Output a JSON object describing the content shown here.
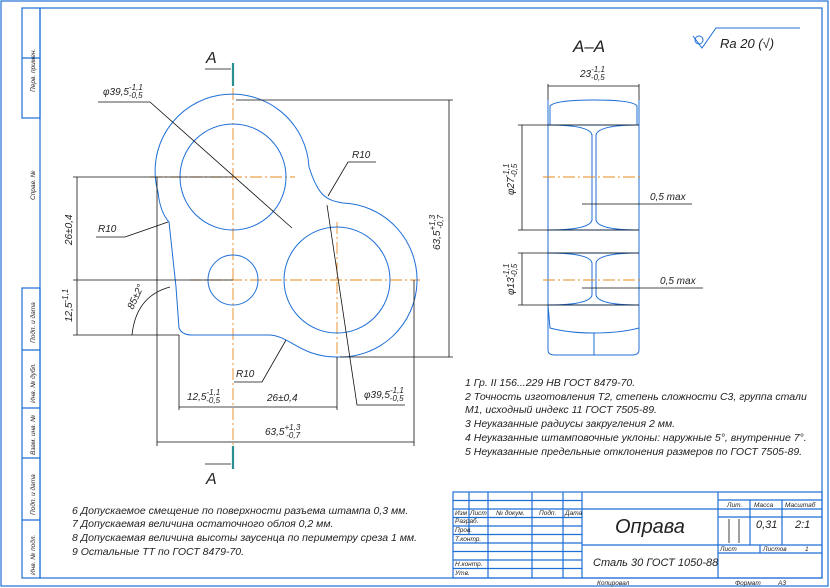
{
  "title_block": {
    "part_name": "Оправа",
    "material": "Сталь 30 ГОСТ 1050-88",
    "headers": {
      "izm": "Изм",
      "list": "Лист",
      "doc": "№ докум.",
      "sign": "Подп.",
      "date": "Дата"
    },
    "roles": [
      "Разраб.",
      "Пров.",
      "Т.контр.",
      "Н.контр.",
      "Утв."
    ],
    "lit_label": "Лит.",
    "mass_label": "Масса",
    "scale_label": "Масштаб",
    "mass": "0,31",
    "scale": "2:1",
    "sheet_label": "Лист",
    "sheets_label": "Листов",
    "sheets": "1",
    "copied": "Копировал",
    "format_label": "Формат",
    "format": "А3"
  },
  "side_strip": [
    "Перв. примен.",
    "Справ. №",
    "Подп. и дата",
    "Инв. № дубл.",
    "Взам. инв. №",
    "Подп. и дата",
    "Инв. № подл."
  ],
  "roughness": "Ra 20 (√)",
  "section": {
    "label": "A",
    "title": "A–A"
  },
  "dims": {
    "dia_big": "φ39,5",
    "dia_tol_up": "-1,1",
    "dia_tol_lo": "-0,5",
    "r10": "R10",
    "d26": "26±0,4",
    "d12": "12,5",
    "d12_up": "-1,1",
    "d12_lo": "-0,5",
    "angle": "85±2°",
    "d63": "63,5",
    "d63_up": "+1,3",
    "d63_lo": "-0,7",
    "w23": "23",
    "w23_up": "-1,1",
    "w23_lo": "-0,5",
    "d27": "φ27",
    "d27_up": "-1,1",
    "d27_lo": "-0,5",
    "d13": "φ13",
    "d13_up": "-1,1",
    "d13_lo": "-0,5",
    "max05": "0,5 max"
  },
  "notes_right": [
    "1 Гр. II 156...229 НВ ГОСТ 8479-70.",
    "2  Точность изготовления Т2, степень сложности С3,  группа стали",
    "М1, исходный индекс 11 ГОСТ 7505-89.",
    "3  Неуказанные радиусы закругления 2 мм.",
    "4  Неуказанные штамповочные уклоны: наружные 5°, внутренние 7°.",
    "5  Неуказанные предельные отклонения размеров по ГОСТ 7505-89."
  ],
  "notes_bottom": [
    "6  Допускаемое смещение по поверхности разъема штампа 0,3 мм.",
    "7  Допускаемая величина остаточного облоя 0,2 мм.",
    "8  Допускаемая величина высоты заусенца по периметру среза 1 мм.",
    "9  Остальные ТТ по ГОСТ 8479-70."
  ]
}
